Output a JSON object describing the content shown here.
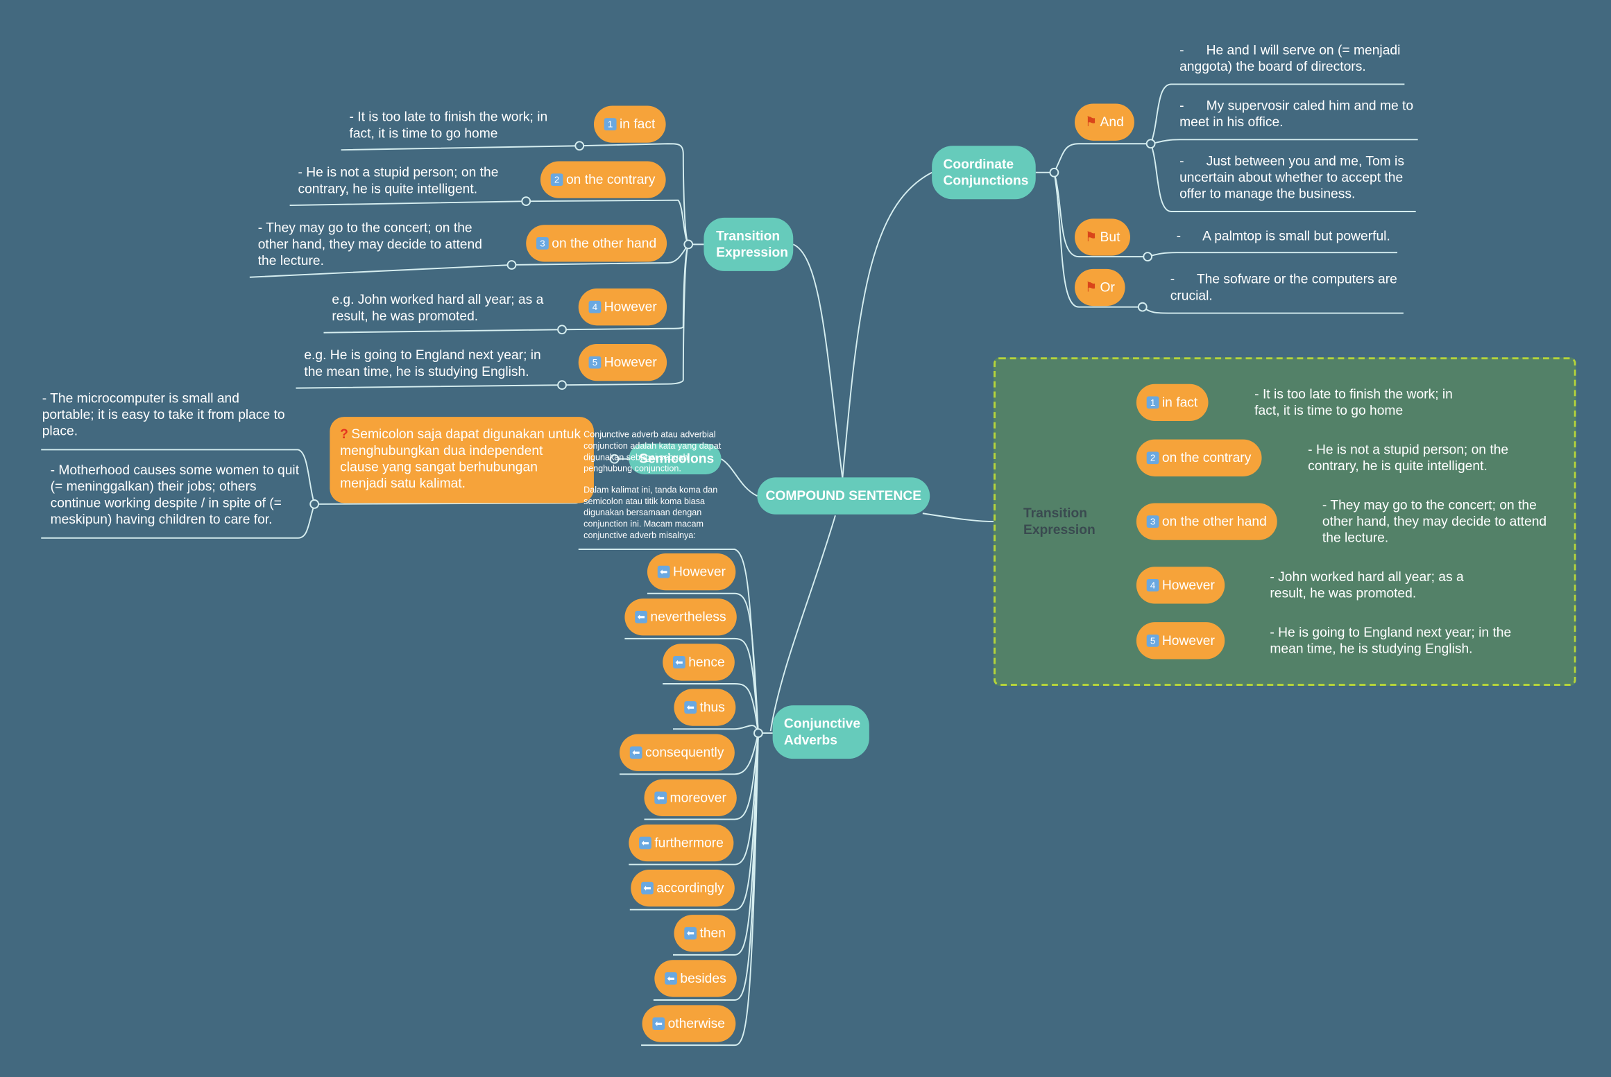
{
  "root": "COMPOUND SENTENCE",
  "transition_left": {
    "title": "Transition Expression",
    "items": [
      {
        "num": "1",
        "label": "in fact",
        "example": "- It is too late to finish the work; in fact, it is time to go home"
      },
      {
        "num": "2",
        "label": "on the contrary",
        "example": "- He is not a stupid person; on the contrary, he is quite intelligent."
      },
      {
        "num": "3",
        "label": "on the other hand",
        "example": "- They may go to the concert; on the other hand, they may decide to attend the lecture."
      },
      {
        "num": "4",
        "label": "However",
        "example": "e.g. John worked hard all year; as a result, he was promoted."
      },
      {
        "num": "5",
        "label": "However",
        "example": "e.g. He is going to England next year; in the mean time, he is studying English."
      }
    ]
  },
  "coordinate": {
    "title": "Coordinate Conjunctions",
    "items": [
      {
        "label": "And",
        "examples": [
          "-      He and I will serve on (= menjadi anggota) the board of directors.",
          "-      My supervosir caled him and me to meet in his office.",
          "-      Just between you and me, Tom is uncertain about whether to accept the offer to manage the business."
        ]
      },
      {
        "label": "But",
        "examples": [
          "-      A palmtop is small but powerful."
        ]
      },
      {
        "label": "Or",
        "examples": [
          "-      The sofware or the computers are crucial."
        ]
      }
    ]
  },
  "semicolons": {
    "title": "Semicolons",
    "note": "Semicolon saja dapat digunakan untuk menghubungkan dua independent clause yang sangat berhubungan menjadi satu kalimat.",
    "examples": [
      "- The microcomputer is small and portable; it is easy to take it from place to place.",
      "- Motherhood causes some women to quit (= meninggalkan) their jobs; others continue working despite / in spite of (= meskipun) having children to care for."
    ],
    "info1": "Conjunctive adverb atau adverbial conjunction adalah kata yang dapat digunakan sebagai sebuah penghubung conjunction.",
    "info2": "Dalam kalimat ini, tanda koma dan semicolon atau titik koma biasa digunakan bersamaan dengan conjunction ini. Macam macam conjunctive adverb misalnya:"
  },
  "conjunctive": {
    "title": "Conjunctive Adverbs",
    "items": [
      "However",
      "nevertheless",
      "hence",
      "thus",
      "consequently",
      "moreover",
      "furthermore",
      "accordingly",
      "then",
      "besides",
      "otherwise"
    ]
  },
  "transition_right": {
    "title": "Transition Expression",
    "items": [
      {
        "num": "1",
        "label": "in fact",
        "example": "- It is too late to finish the work; in fact, it is time to go home"
      },
      {
        "num": "2",
        "label": "on the contrary",
        "example": "- He is not a stupid person; on the contrary, he is quite intelligent."
      },
      {
        "num": "3",
        "label": "on the other hand",
        "example": "- They may go to the concert; on the other hand, they may decide to attend the lecture."
      },
      {
        "num": "4",
        "label": "However",
        "example": "- John worked hard all year; as a result, he was promoted."
      },
      {
        "num": "5",
        "label": "However",
        "example": "- He is going to England next year; in the mean time, he is studying English."
      }
    ]
  },
  "colors": {
    "background": "#43697f",
    "pill": "#f6a33a",
    "teal": "#66cbbb",
    "line": "#d6eef0",
    "boundary": "#b5d43a"
  }
}
